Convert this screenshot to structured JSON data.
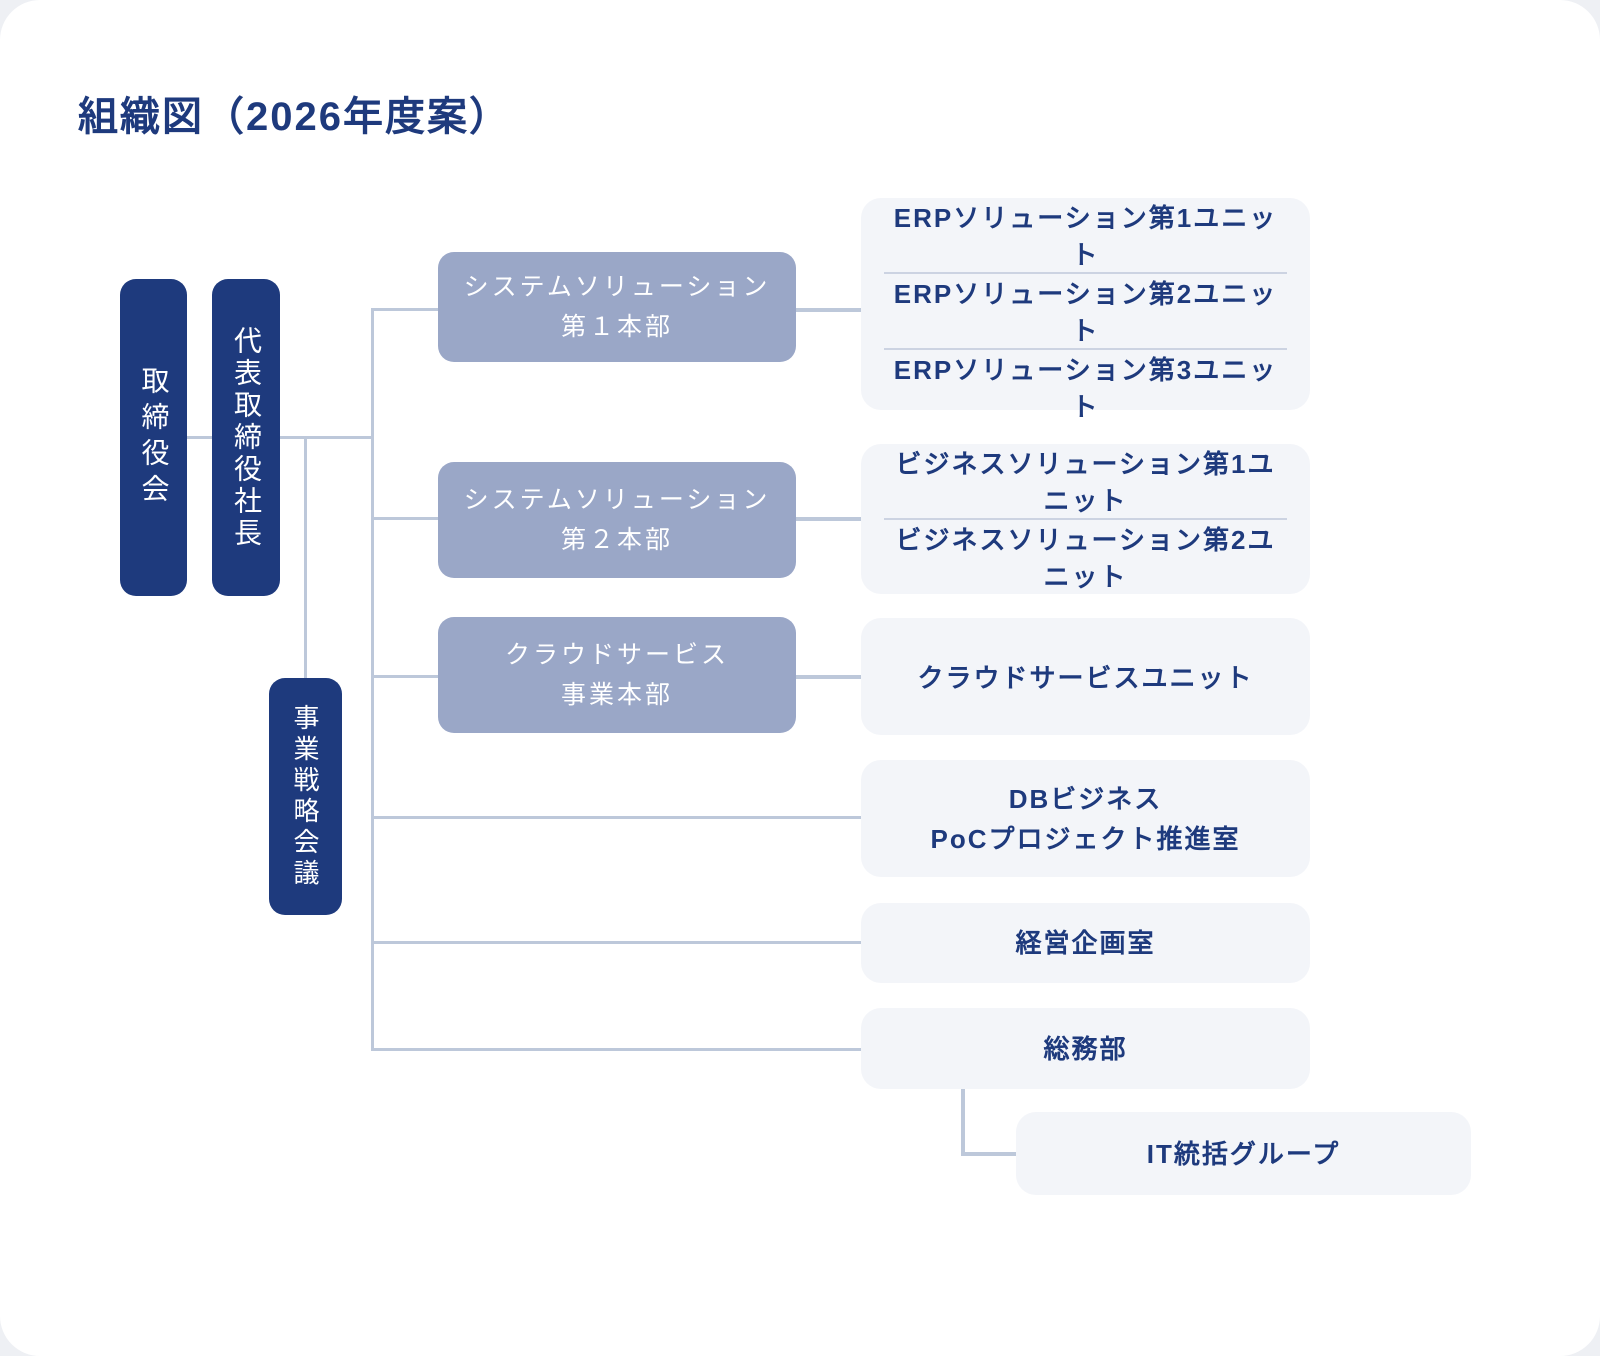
{
  "title": "組織図（2026年度案）",
  "colors": {
    "navy": "#1e3a7d",
    "mid": "#9aa7c7",
    "panel": "#f3f5f9",
    "line": "#bdc8da",
    "divider": "#ccd3e2"
  },
  "governance": {
    "board": "取締役会",
    "president": "代表取締役社長",
    "strategy_council": "事業戦略会議"
  },
  "divisions": [
    {
      "line1": "システムソリューション",
      "line2": "第１本部"
    },
    {
      "line1": "システムソリューション",
      "line2": "第２本部"
    },
    {
      "line1": "クラウドサービス",
      "line2": "事業本部"
    }
  ],
  "unit_groups": [
    {
      "items": [
        "ERPソリューション第1ユニット",
        "ERPソリューション第2ユニット",
        "ERPソリューション第3ユニット"
      ]
    },
    {
      "items": [
        "ビジネスソリューション第1ユニット",
        "ビジネスソリューション第2ユニット"
      ]
    },
    {
      "items": [
        "クラウドサービスユニット"
      ]
    }
  ],
  "offices": [
    {
      "line1": "DBビジネス",
      "line2": "PoCプロジェクト推進室"
    },
    {
      "line1": "経営企画室"
    },
    {
      "line1": "総務部"
    }
  ],
  "sub_office": "IT統括グループ"
}
